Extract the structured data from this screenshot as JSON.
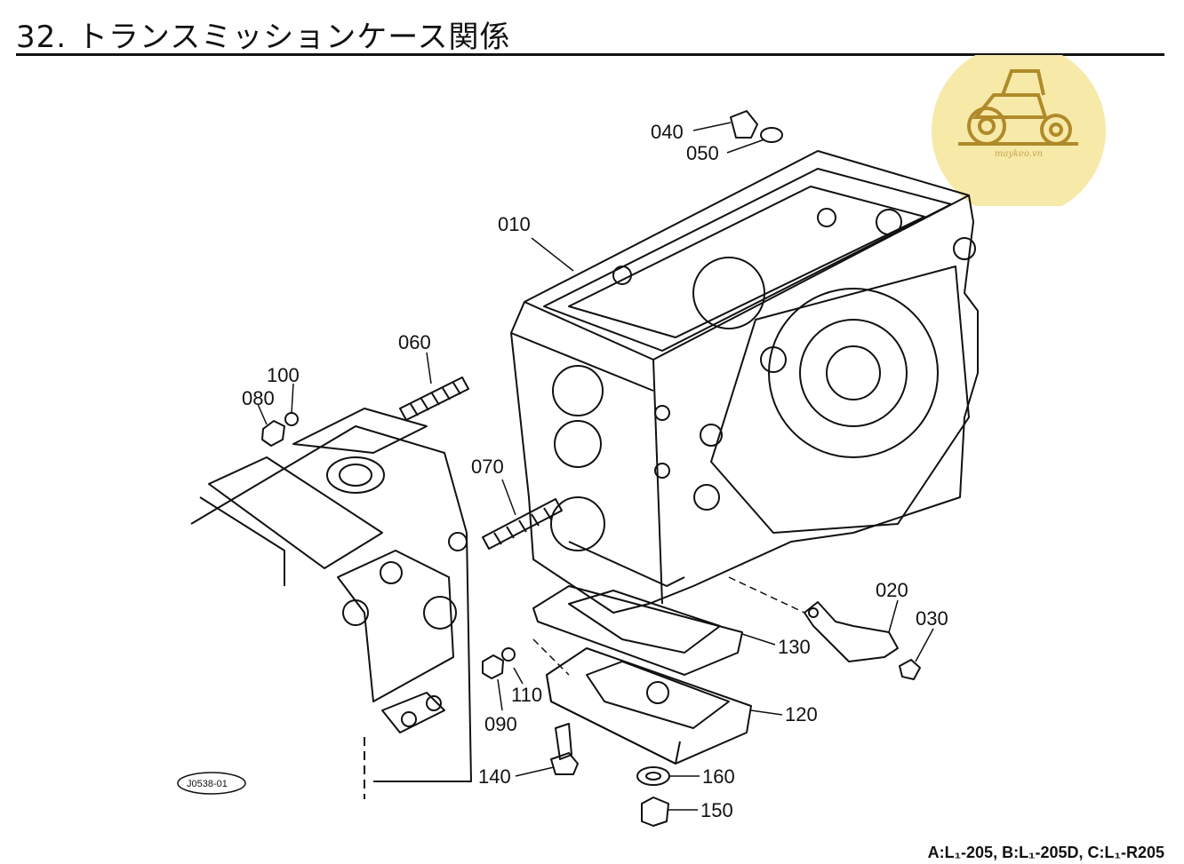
{
  "title": "32. トランスミッションケース関係",
  "logo": {
    "text": "maykeo.vn",
    "color": "#f7e9a8",
    "accent": "#b08a2a",
    "icon": "tractor-icon"
  },
  "figure_ref": "J0538-01",
  "models": "A:L₁-205, B:L₁-205D, C:L₁-R205",
  "parts": {
    "p040": "040",
    "p050": "050",
    "p010": "010",
    "p060": "060",
    "p100": "100",
    "p080": "080",
    "p070": "070",
    "p020": "020",
    "p030": "030",
    "p130": "130",
    "p110": "110",
    "p090": "090",
    "p120": "120",
    "p140": "140",
    "p160": "160",
    "p150": "150"
  }
}
